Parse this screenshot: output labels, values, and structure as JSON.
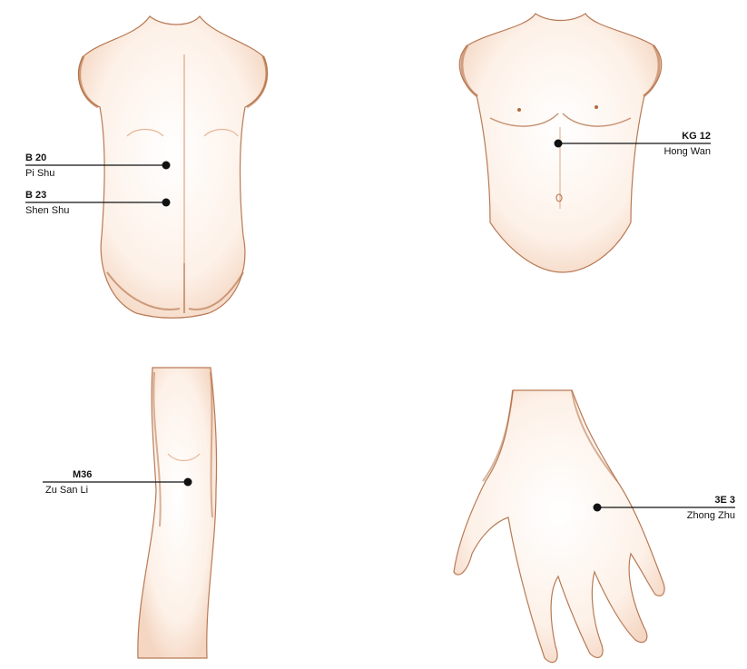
{
  "points": {
    "b20": {
      "code": "B 20",
      "name": "Pi Shu"
    },
    "b23": {
      "code": "B 23",
      "name": "Shen Shu"
    },
    "kg12": {
      "code": "KG 12",
      "name": "Hong Wan"
    },
    "m36": {
      "code": "M36",
      "name": "Zu San Li"
    },
    "e3": {
      "code": "3E 3",
      "name": "Zhong Zhu"
    }
  },
  "colors": {
    "skin": "#fdf3ec",
    "outline": "#b06a3e",
    "shade": "#e7b596",
    "line": "#111111"
  }
}
